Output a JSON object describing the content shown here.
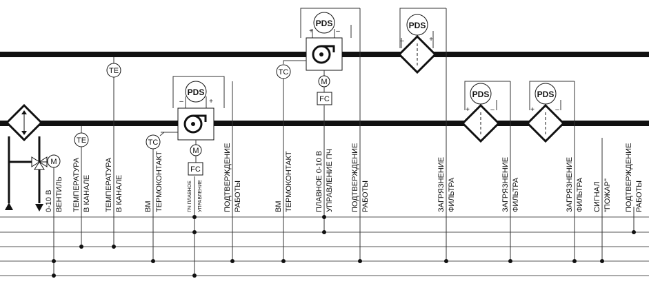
{
  "symbols": {
    "te": "TE",
    "tc": "TC",
    "pds": "PDS",
    "motor": "M",
    "fc": "FC",
    "plus": "+",
    "minus": "–"
  },
  "labels": {
    "valve": [
      "0-10 В",
      "ВЕНТИЛЬ"
    ],
    "temp_duct_1": [
      "ТЕМПЕРАТУРА",
      "В КАНАЛЕ"
    ],
    "temp_duct_2": [
      "ТЕМПЕРАТУРА",
      "В КАНАЛЕ"
    ],
    "thermocontact_1": [
      "ВМ",
      "ТЕРМОКОНТАКТ"
    ],
    "fc_control_1": [
      "ПЧ ПЛАВНОЕ",
      "УПРАВЛЕНИЕ"
    ],
    "confirm_1": [
      "ПОДТВЕРЖДЕНИЕ",
      "РАБОТЫ"
    ],
    "thermocontact_2": [
      "ВМ",
      "ТЕРМОКОНТАКТ"
    ],
    "fc_control_2": [
      "ПЛАВНОЕ 0-10 В",
      "УПРАВЛЕНИЕ ПЧ"
    ],
    "confirm_2": [
      "ПОДТВЕРЖДЕНИЕ",
      "РАБОТЫ"
    ],
    "filter_1": [
      "ЗАГРЯЗНЕНИЕ",
      "ФИЛЬТРА"
    ],
    "filter_2": [
      "ЗАГРЯЗНЕНИЕ",
      "ФИЛЬТРА"
    ],
    "filter_3": [
      "ЗАГРЯЗНЕНИЕ",
      "ФИЛЬТРА"
    ],
    "fire": [
      "СИГНАЛ",
      "\"ПОЖАР\""
    ],
    "confirm_3": [
      "ПОДТВЕРЖДЕНИЕ",
      "РАБОТЫ"
    ]
  }
}
